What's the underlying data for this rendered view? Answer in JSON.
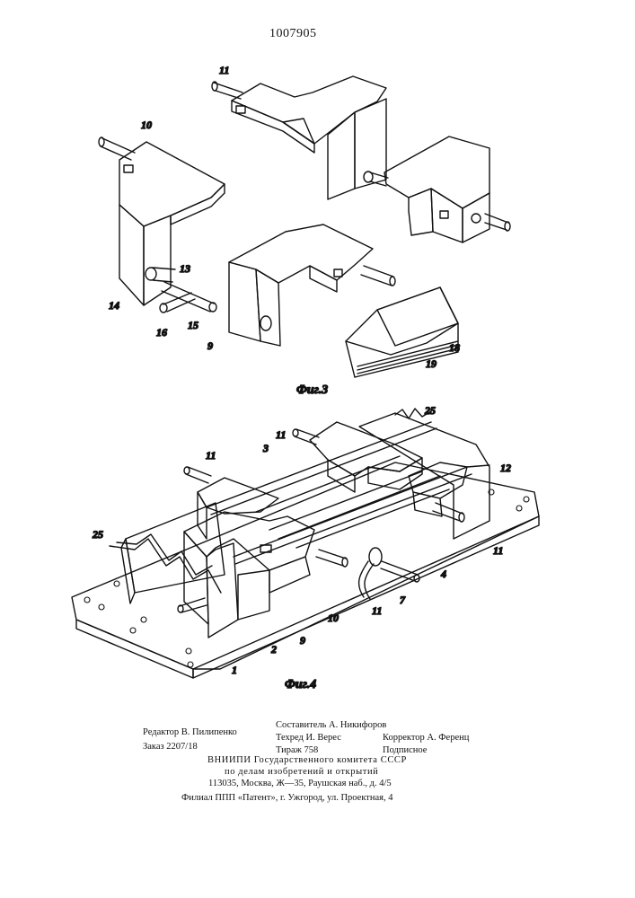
{
  "patent_number": "1007905",
  "fig3": {
    "caption": "Фиг.3",
    "labels": [
      "11",
      "10",
      "13",
      "14",
      "16",
      "15",
      "9",
      "19",
      "18"
    ]
  },
  "fig4": {
    "caption": "Фиг.4",
    "labels": [
      "11",
      "25",
      "3",
      "11",
      "12",
      "25",
      "11",
      "4",
      "7",
      "11",
      "10",
      "9",
      "2",
      "1"
    ]
  },
  "imprint": {
    "editor": "Редактор В. Пилипенко",
    "order": "Заказ 2207/18",
    "compiler": "Составитель А. Никифоров",
    "techred": "Техред И. Верес",
    "corrector": "Корректор А. Ференц",
    "circulation": "Тираж 758",
    "subscription": "Подписное",
    "org_line1": "ВНИИПИ Государственного комитета СССР",
    "org_line2": "по делам изобретений и открытий",
    "address": "113035, Москва, Ж—35, Раушская наб., д. 4/5",
    "branch": "Филиал ППП «Патент», г. Ужгород, ул. Проектная, 4"
  }
}
